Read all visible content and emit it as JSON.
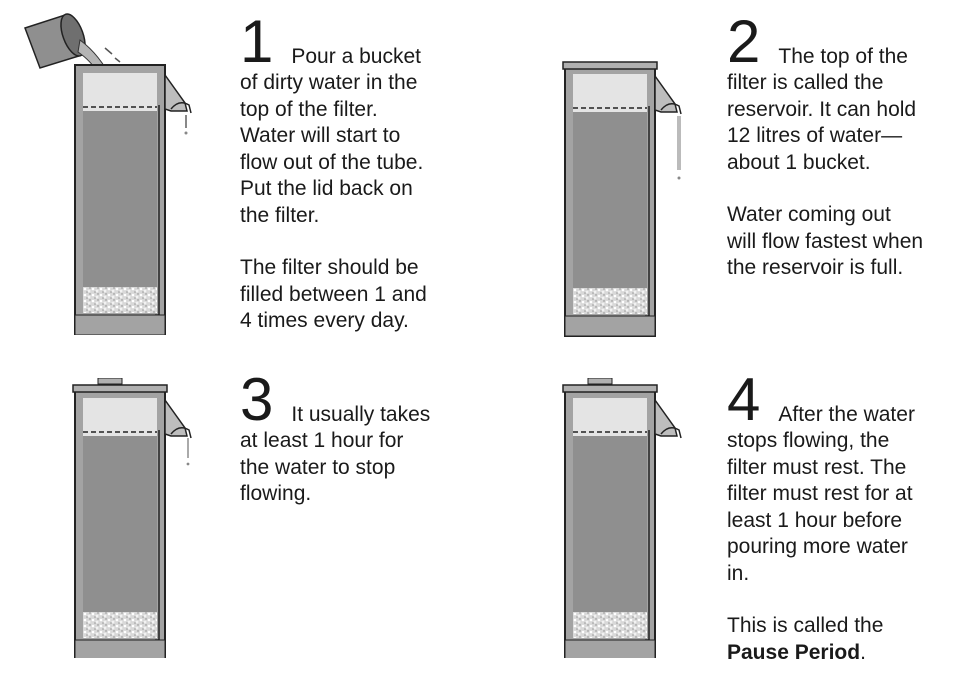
{
  "steps": [
    {
      "number": "1",
      "heading": "Pour a bucket",
      "lines": [
        "of dirty water in the",
        "top of the filter.",
        "Water will start to",
        "flow out of the tube.",
        "Put the lid back on",
        "the filter."
      ],
      "para2": [
        "The filter should be",
        "filled between 1 and",
        "4 times every day."
      ]
    },
    {
      "number": "2",
      "heading": "The top of the",
      "lines": [
        "filter is called the",
        "reservoir. It can hold",
        "12 litres of water—",
        "about 1 bucket."
      ],
      "para2": [
        "Water coming out",
        "will flow fastest when",
        "the reservoir is full."
      ]
    },
    {
      "number": "3",
      "heading": "It usually takes",
      "lines": [
        "at least 1 hour for",
        "the water to stop",
        "flowing."
      ]
    },
    {
      "number": "4",
      "heading": "After the water",
      "lines": [
        "stops flowing, the",
        "filter must rest. The",
        "filter must rest for at",
        "least 1 hour before",
        "pouring more water",
        "in."
      ],
      "para2_plain": "This is called the",
      "para2_bold": "Pause Period",
      "para2_end": "."
    }
  ]
}
